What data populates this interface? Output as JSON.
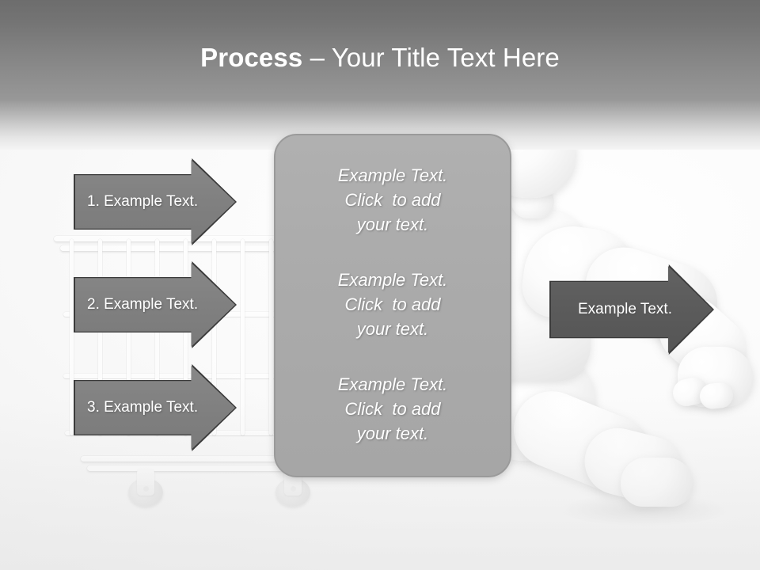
{
  "slide": {
    "title": {
      "strong": "Process ",
      "rest": "– Your Title Text Here"
    },
    "colors": {
      "header_top": "#6d6d6d",
      "header_bottom": "#989898",
      "arrow_fill": "#808080",
      "arrow_border": "#3b3b3b",
      "arrow_out_fill": "#5b5b5b",
      "panel_fill": "#ababab",
      "panel_border": "#9a9a9a",
      "text_light": "#ffffff"
    }
  },
  "steps": [
    {
      "label": "1. Example Text."
    },
    {
      "label": "2. Example Text."
    },
    {
      "label": "3. Example Text."
    }
  ],
  "outcome": {
    "label": "Example Text."
  },
  "panel": {
    "blocks": [
      {
        "line1": "Example Text.",
        "line2": "Click  to add",
        "line3": "your text."
      },
      {
        "line1": "Example Text.",
        "line2": "Click  to add",
        "line3": "your text."
      },
      {
        "line1": "Example Text.",
        "line2": "Click  to add",
        "line3": "your text."
      }
    ]
  },
  "background": {
    "cart": "shopping-cart-illustration",
    "figure": "3d-mannequin-figure"
  }
}
